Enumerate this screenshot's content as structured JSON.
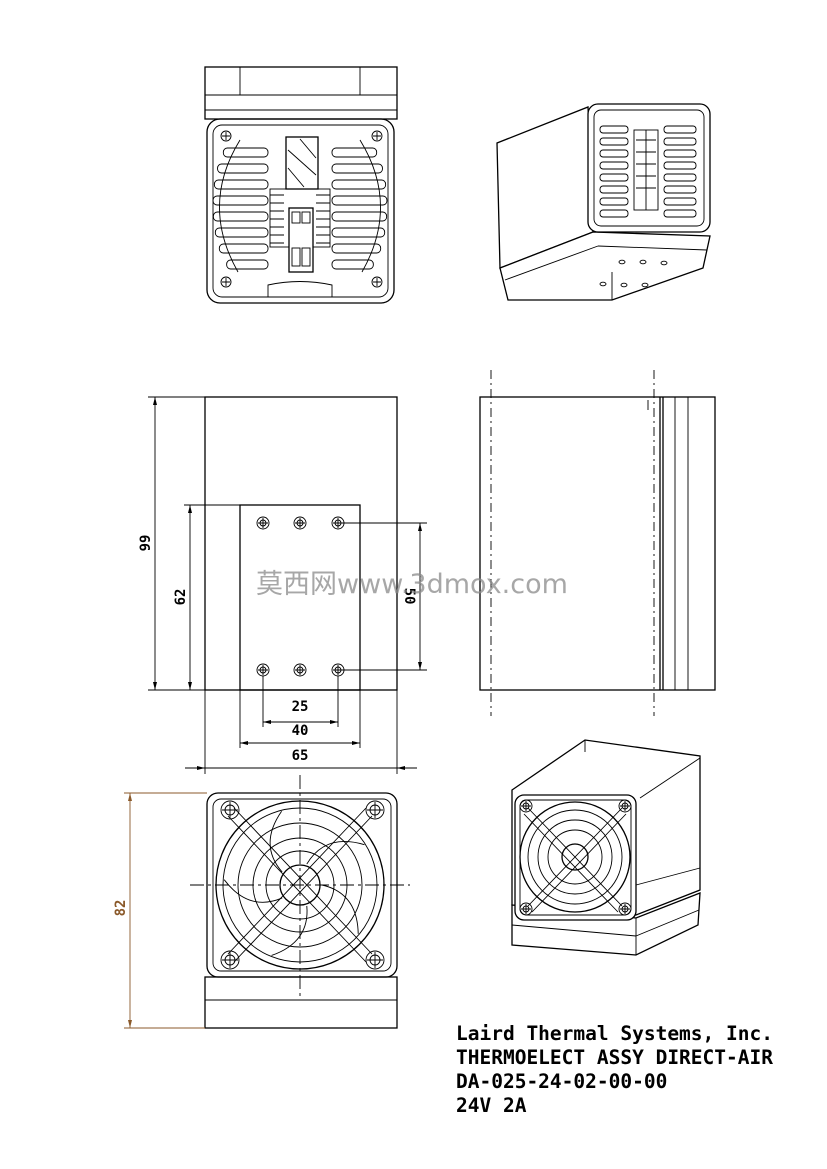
{
  "watermark": "莫西网www.3dmox.com",
  "dimensions": {
    "overall_height": "99",
    "plate_height": "62",
    "vertical_hole_spacing": "50",
    "inner_hole_spacing": "25",
    "plate_width": "40",
    "overall_width": "65",
    "fan_view_height": "82"
  },
  "dimension_colors": {
    "default": "#000000",
    "fan_view": "#8b5a2b"
  },
  "title_block": {
    "company": "Laird Thermal Systems, Inc.",
    "description": "THERMOELECT ASSY DIRECT-AIR",
    "part_number": "DA-025-24-02-00-00",
    "rating": "24V 2A"
  }
}
